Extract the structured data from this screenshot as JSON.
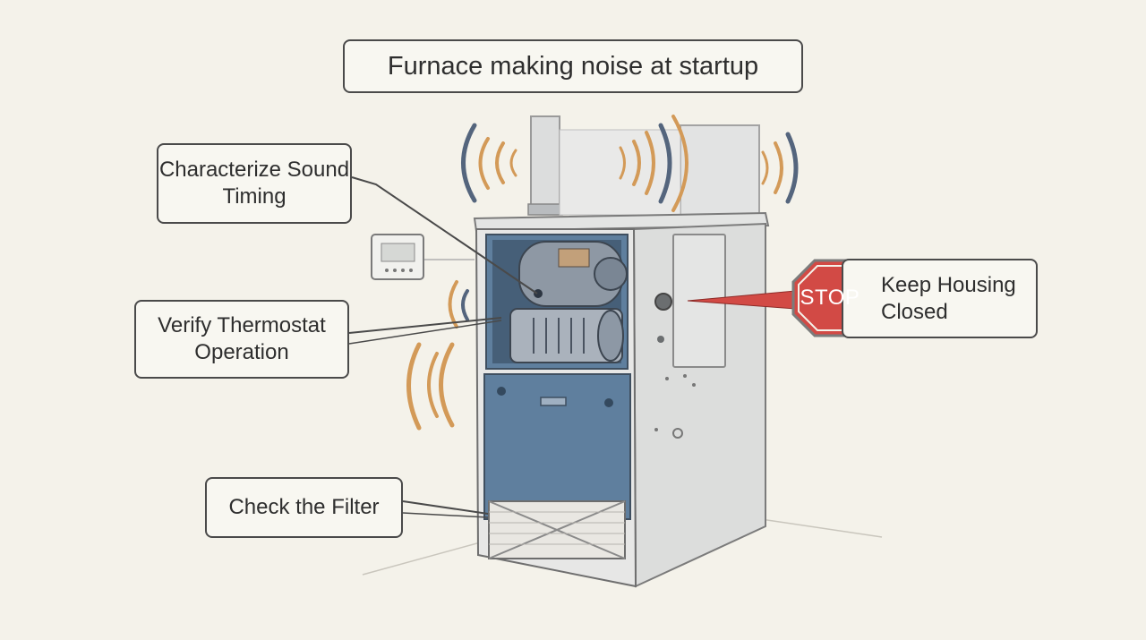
{
  "title": "Furnace making noise at startup",
  "labels": {
    "sound_timing": "Characterize Sound Timing",
    "thermostat": "Verify Thermostat Operation",
    "filter": "Check the Filter",
    "housing": "Keep Housing Closed"
  },
  "stop_sign": "STOP",
  "colors": {
    "background": "#f4f2ea",
    "blue_panel": "#5f7f9e",
    "metal": "#d7d8d8",
    "stop_red": "#d24a45",
    "sound_orange": "#d39a58",
    "sound_blue": "#54657d"
  }
}
